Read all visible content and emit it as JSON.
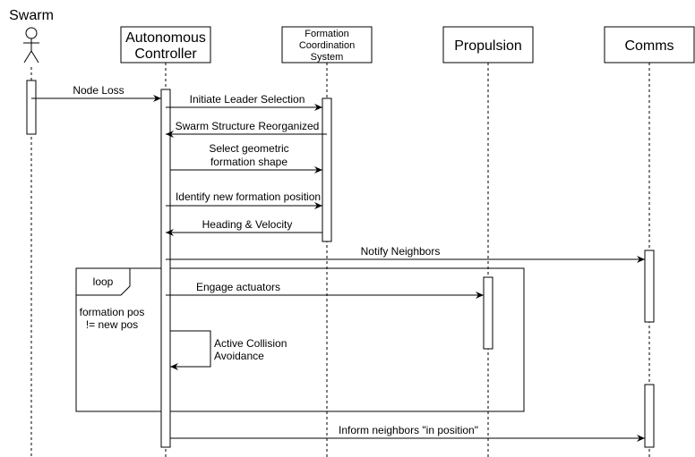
{
  "actor": {
    "name": "Swarm"
  },
  "participants": [
    {
      "id": "controller",
      "lines": [
        "Autonomous",
        "Controller"
      ]
    },
    {
      "id": "formation",
      "lines": [
        "Formation",
        "Coordination",
        "System"
      ]
    },
    {
      "id": "propulsion",
      "lines": [
        "Propulsion"
      ]
    },
    {
      "id": "comms",
      "lines": [
        "Comms"
      ]
    }
  ],
  "messages": [
    {
      "from": "swarm",
      "to": "controller",
      "lines": [
        "Node Loss"
      ]
    },
    {
      "from": "controller",
      "to": "formation",
      "lines": [
        "Initiate Leader Selection"
      ]
    },
    {
      "from": "formation",
      "to": "controller",
      "lines": [
        "Swarm Structure Reorganized"
      ]
    },
    {
      "from": "controller",
      "to": "formation",
      "lines": [
        "Select geometric",
        "formation shape"
      ]
    },
    {
      "from": "controller",
      "to": "formation",
      "lines": [
        "Identify new formation position"
      ]
    },
    {
      "from": "formation",
      "to": "controller",
      "lines": [
        "Heading & Velocity"
      ]
    },
    {
      "from": "controller",
      "to": "comms",
      "lines": [
        "Notify Neighbors"
      ]
    },
    {
      "from": "controller",
      "to": "propulsion",
      "lines": [
        "Engage actuators"
      ]
    },
    {
      "from": "controller",
      "to": "controller",
      "lines": [
        "Active Collision",
        "Avoidance"
      ]
    },
    {
      "from": "controller",
      "to": "comms",
      "lines": [
        "Inform neighbors \"in position\""
      ]
    }
  ],
  "loop": {
    "label": "loop",
    "condition": [
      "formation pos",
      "!= new pos"
    ]
  }
}
